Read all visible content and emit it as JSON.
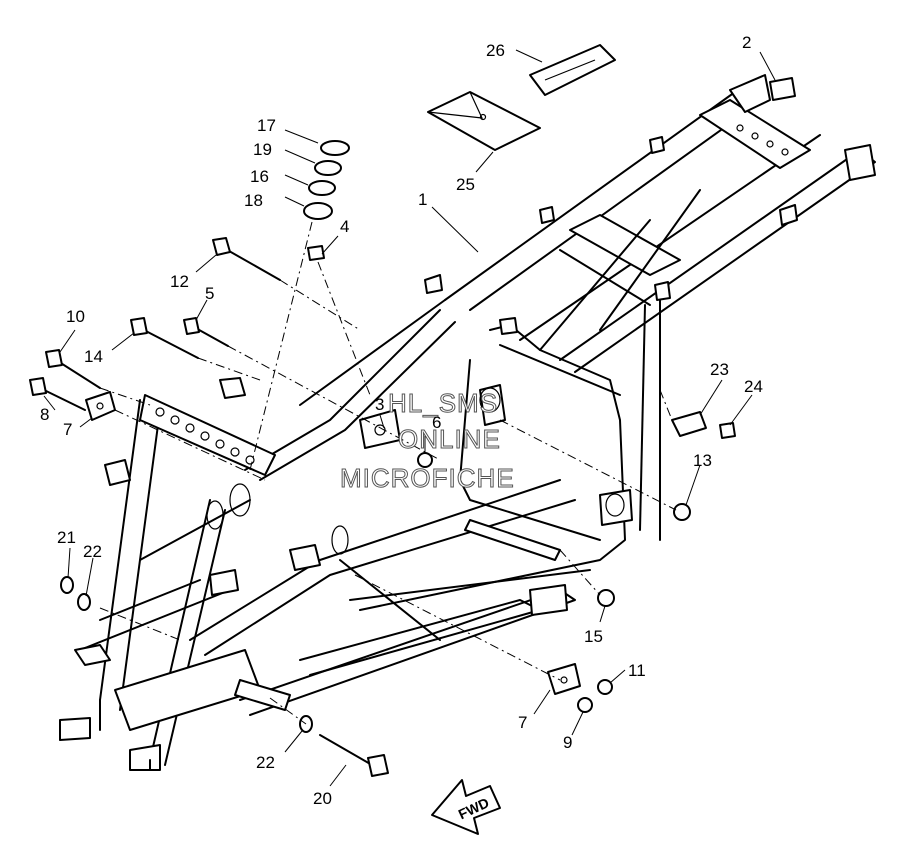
{
  "diagram": {
    "callouts": [
      "1",
      "2",
      "3",
      "4",
      "5",
      "6",
      "7",
      "7",
      "8",
      "9",
      "10",
      "11",
      "12",
      "13",
      "14",
      "15",
      "16",
      "17",
      "18",
      "19",
      "20",
      "21",
      "22",
      "22",
      "23",
      "24",
      "25",
      "26"
    ],
    "watermark": [
      "HL_SMS",
      "ONLINE",
      "MICROFICHE"
    ],
    "direction_label": "FWD"
  }
}
